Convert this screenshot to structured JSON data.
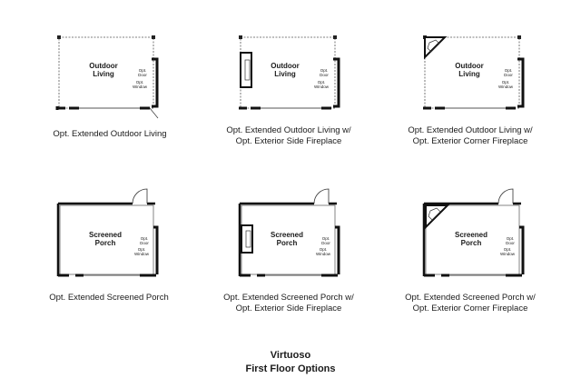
{
  "plans": [
    {
      "room": "Outdoor\nLiving",
      "door": "Opt.\nDoor",
      "window": "Opt.\nWindow",
      "caption": "Opt. Extended Outdoor Living"
    },
    {
      "room": "Outdoor\nLiving",
      "door": "Opt.\nDoor",
      "window": "Opt.\nWindow",
      "caption": "Opt. Extended Outdoor Living w/\nOpt. Exterior Side Fireplace"
    },
    {
      "room": "Outdoor\nLiving",
      "door": "Opt.\nDoor",
      "window": "Opt.\nWindow",
      "caption": "Opt. Extended Outdoor Living w/\nOpt. Exterior Corner Fireplace"
    },
    {
      "room": "Screened\nPorch",
      "door": "Opt.\nDoor",
      "window": "Opt.\nWindow",
      "caption": "Opt. Extended Screened Porch"
    },
    {
      "room": "Screened\nPorch",
      "door": "Opt.\nDoor",
      "window": "Opt.\nWindow",
      "caption": "Opt. Extended Screened Porch w/\nOpt. Exterior Side Fireplace"
    },
    {
      "room": "Screened\nPorch",
      "door": "Opt.\nDoor",
      "window": "Opt.\nWindow",
      "caption": "Opt. Extended Screened Porch w/\nOpt. Exterior Corner Fireplace"
    }
  ],
  "footer": {
    "line1": "Virtuoso",
    "line2": "First Floor Options"
  }
}
